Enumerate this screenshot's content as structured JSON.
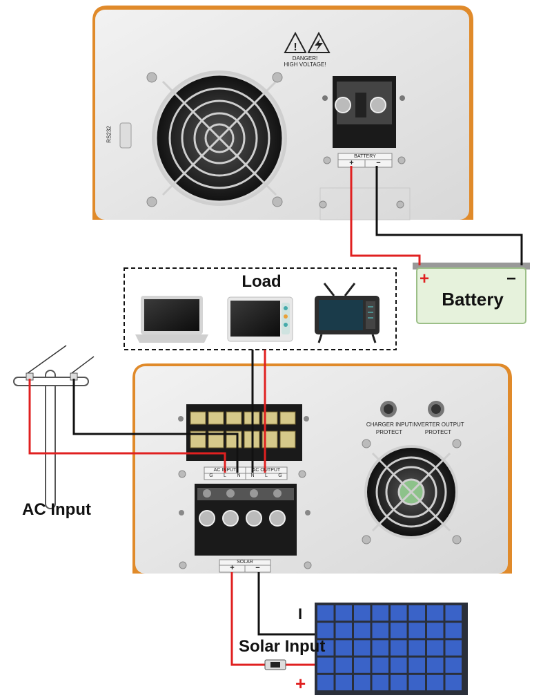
{
  "inverter_top": {
    "warning_line1": "DANGER!",
    "warning_line2": "HIGH VOLTAGE!",
    "port_label": "RS232",
    "battery_terminal_label": "BATTERY",
    "plus_sign": "+",
    "minus_sign": "−"
  },
  "battery": {
    "label": "Battery",
    "plus": "+",
    "minus": "−"
  },
  "load": {
    "label": "Load",
    "devices": [
      "laptop",
      "microwave",
      "tv"
    ]
  },
  "inverter_bottom": {
    "ac_input_label": "AC INPUT",
    "ac_output_label": "AC OUTPUT",
    "terminal_letters": [
      "G",
      "L",
      "N",
      "N",
      "L",
      "G"
    ],
    "charger_protect_line1": "CHARGER INPUT",
    "charger_protect_line2": "PROTECT",
    "inverter_protect_line1": "INVERTER OUTPUT",
    "inverter_protect_line2": "PROTECT",
    "solar_terminal_label": "SOLAR",
    "plus_sign": "+",
    "minus_sign": "−"
  },
  "ac_input": {
    "label": "AC Input"
  },
  "solar": {
    "label": "Solar Input",
    "plus": "+",
    "minus": "I"
  },
  "colors": {
    "positive_wire": "#e02020",
    "negative_wire": "#111111",
    "panel_body": "#e6e6e6",
    "accent_trim": "#e08a2a",
    "battery_fill": "#e6f2dc",
    "battery_border": "#9cbf88",
    "solar_cell": "#3a63c8"
  },
  "icons": [
    "warning-icon",
    "electric-hazard-icon",
    "fan-icon",
    "laptop-icon",
    "microwave-icon",
    "tv-icon",
    "utility-pole-icon",
    "solar-panel-icon",
    "fuse-icon"
  ]
}
